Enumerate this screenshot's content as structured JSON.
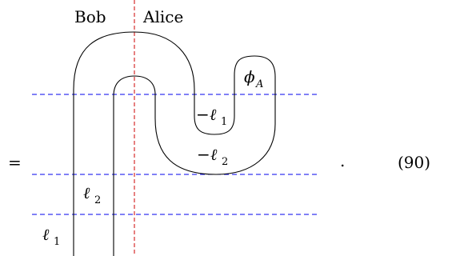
{
  "labels": {
    "left_party": "Bob",
    "right_party": "Alice",
    "equals": "=",
    "period": ".",
    "equation_number": "(90)"
  },
  "math": {
    "state": {
      "base": "ϕ",
      "sub": "A"
    },
    "neg_l1": {
      "sign": "−",
      "base": "ℓ",
      "sub": "1"
    },
    "neg_l2": {
      "sign": "−",
      "base": "ℓ",
      "sub": "2"
    },
    "l2": {
      "base": "ℓ",
      "sub": "2"
    },
    "l1": {
      "base": "ℓ",
      "sub": "1"
    }
  },
  "colors": {
    "divider": "#cc0000",
    "cut_lines": "#0000ee",
    "wire": "#000000"
  }
}
